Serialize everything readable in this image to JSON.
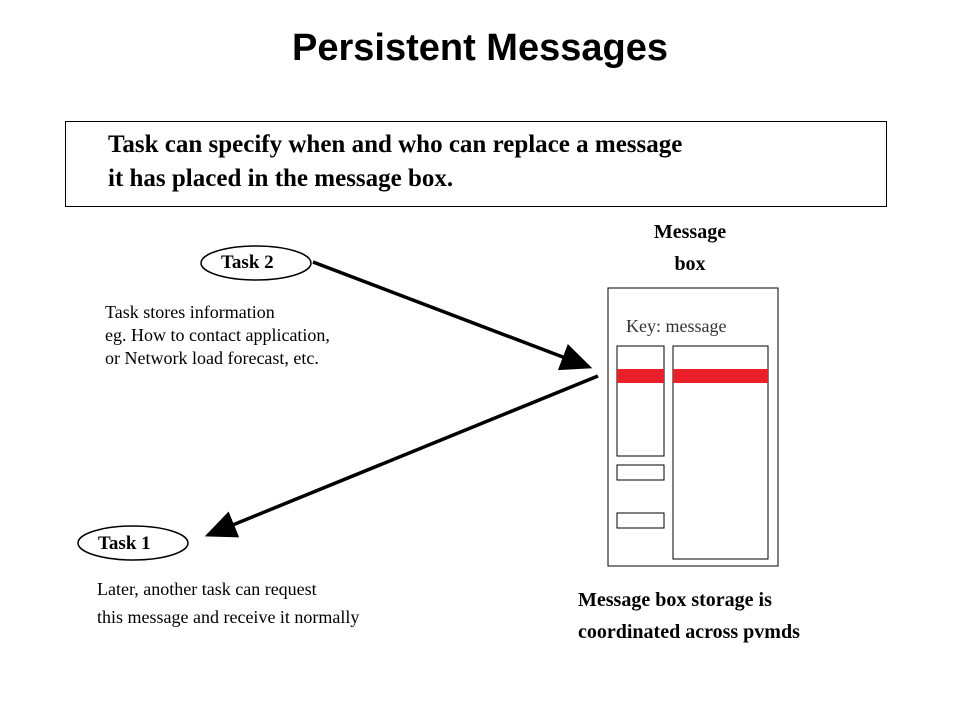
{
  "slide": {
    "title": "Persistent Messages",
    "callout": {
      "line1": "Task can specify when and who can replace a message",
      "line2": "it has placed in the message box."
    },
    "task2": {
      "label": "Task 2",
      "note": [
        "Task stores information",
        "eg. How to contact application,",
        "or Network load forecast, etc."
      ]
    },
    "task1": {
      "label": "Task 1",
      "note": [
        "Later, another task can request",
        "this message and receive it normally"
      ]
    },
    "message_box": {
      "title_line1": "Message",
      "title_line2": "box",
      "key_label": "Key: message",
      "highlight_color": "#e8202a"
    },
    "storage_note": {
      "line1": "Message box storage is",
      "line2": "coordinated across pvmds"
    }
  }
}
